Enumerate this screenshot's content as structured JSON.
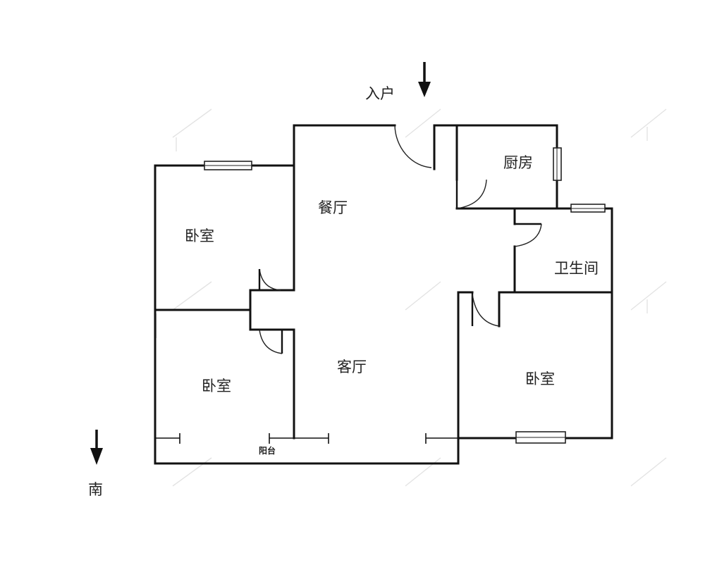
{
  "labels": {
    "entrance": "入户",
    "dining": "餐厅",
    "kitchen": "厨房",
    "bathroom": "卫生间",
    "bedroom_upper_left": "卧室",
    "bedroom_lower_left": "卧室",
    "living": "客厅",
    "bedroom_right": "卧室",
    "balcony": "阳台",
    "south": "南"
  },
  "colors": {
    "wall": "#111111",
    "background": "#ffffff",
    "watermark": "#e3e3e3"
  }
}
